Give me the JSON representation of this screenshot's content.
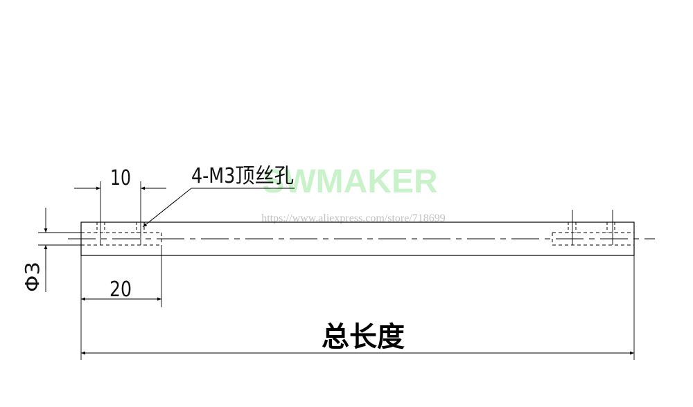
{
  "drawing": {
    "dim_top_small": "10",
    "dim_hole_note": "4-M3顶丝孔",
    "dim_diameter": "Φ3",
    "dim_bottom_small": "20",
    "dim_total_length": "总长度"
  },
  "watermark": {
    "brand": "SWMAKER",
    "url": "https://www.aliexpress.com/store/718699"
  },
  "colors": {
    "line": "#000000",
    "watermark": "#8be38b",
    "url": "#9a9a9a"
  }
}
